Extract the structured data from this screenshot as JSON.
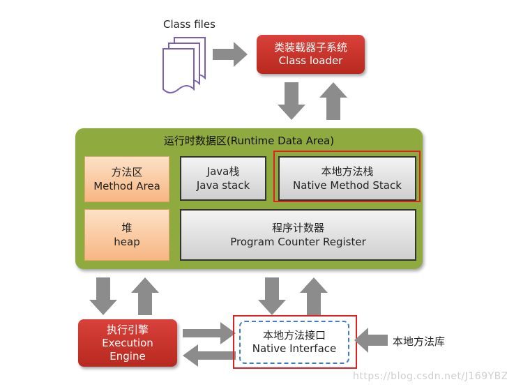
{
  "class_files": {
    "label": "Class files"
  },
  "class_loader": {
    "line1": "类装载器子系统",
    "line2": "Class loader"
  },
  "runtime_area": {
    "title": "运行时数据区(Runtime Data Area)",
    "method_area": {
      "line1": "方法区",
      "line2": "Method Area"
    },
    "java_stack": {
      "line1": "Java栈",
      "line2": "Java stack"
    },
    "native_stack": {
      "line1": "本地方法栈",
      "line2": "Native Method Stack"
    },
    "heap": {
      "line1": "堆",
      "line2": "heap"
    },
    "pc_register": {
      "line1": "程序计数器",
      "line2": "Program Counter Register"
    }
  },
  "execution_engine": {
    "line1": "执行引擎",
    "line2": "Execution",
    "line3": "Engine"
  },
  "native_interface": {
    "line1": "本地方法接口",
    "line2": "Native Interface"
  },
  "native_library": {
    "label": "本地方法库"
  },
  "watermark": {
    "text": "https://blog.csdn.net/J169YBZ"
  },
  "colors": {
    "area": "#8faa3e",
    "red": "#c2332a",
    "highlight": "#e02020",
    "arrow": "#8c8c8c"
  }
}
